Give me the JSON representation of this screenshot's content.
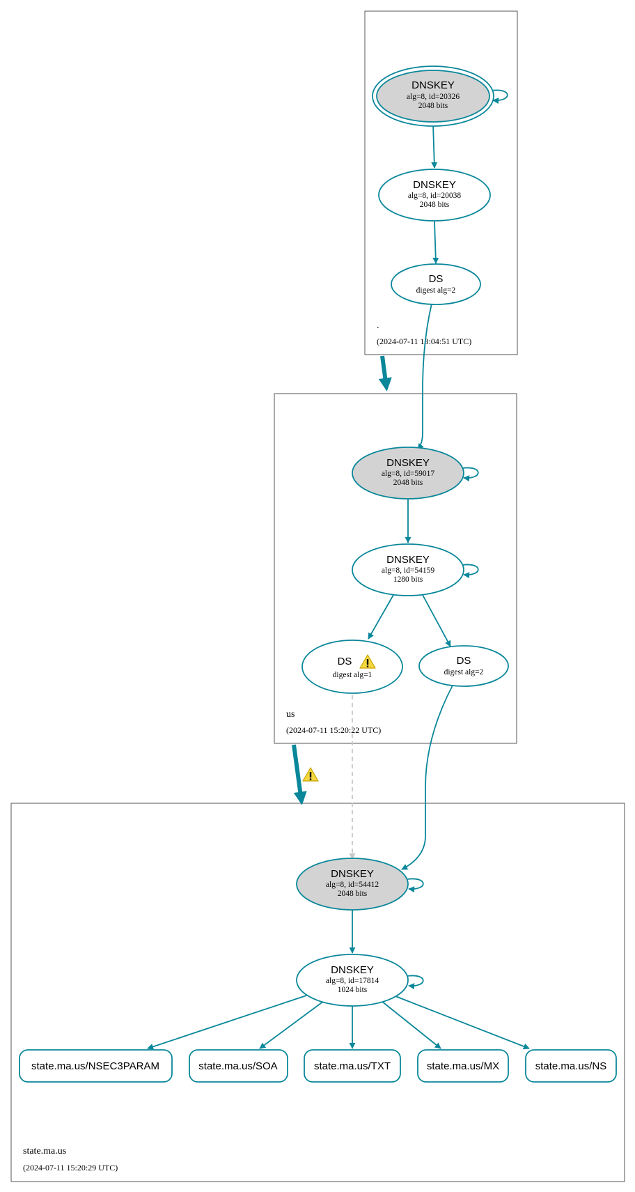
{
  "zones": {
    "root": {
      "name": ".",
      "timestamp": "(2024-07-11 13:04:51 UTC)",
      "nodes": {
        "ksk": {
          "title": "DNSKEY",
          "line1": "alg=8, id=20326",
          "line2": "2048 bits"
        },
        "zsk": {
          "title": "DNSKEY",
          "line1": "alg=8, id=20038",
          "line2": "2048 bits"
        },
        "ds": {
          "title": "DS",
          "line1": "digest alg=2"
        }
      }
    },
    "us": {
      "name": "us",
      "timestamp": "(2024-07-11 15:20:22 UTC)",
      "nodes": {
        "ksk": {
          "title": "DNSKEY",
          "line1": "alg=8, id=59017",
          "line2": "2048 bits"
        },
        "zsk": {
          "title": "DNSKEY",
          "line1": "alg=8, id=54159",
          "line2": "1280 bits"
        },
        "ds1": {
          "title": "DS",
          "line1": "digest alg=1"
        },
        "ds2": {
          "title": "DS",
          "line1": "digest alg=2"
        }
      }
    },
    "state": {
      "name": "state.ma.us",
      "timestamp": "(2024-07-11 15:20:29 UTC)",
      "nodes": {
        "ksk": {
          "title": "DNSKEY",
          "line1": "alg=8, id=54412",
          "line2": "2048 bits"
        },
        "zsk": {
          "title": "DNSKEY",
          "line1": "alg=8, id=17814",
          "line2": "1024 bits"
        }
      },
      "rrsets": [
        "state.ma.us/NSEC3PARAM",
        "state.ma.us/SOA",
        "state.ma.us/TXT",
        "state.ma.us/MX",
        "state.ma.us/NS"
      ]
    }
  },
  "colors": {
    "edge": "#0a879a",
    "secure_entry_fill": "#d3d3d3",
    "dashed_edge": "#c8c8c8",
    "warning_fill": "#f5d742"
  },
  "icons": {
    "warning": "warning-icon"
  }
}
